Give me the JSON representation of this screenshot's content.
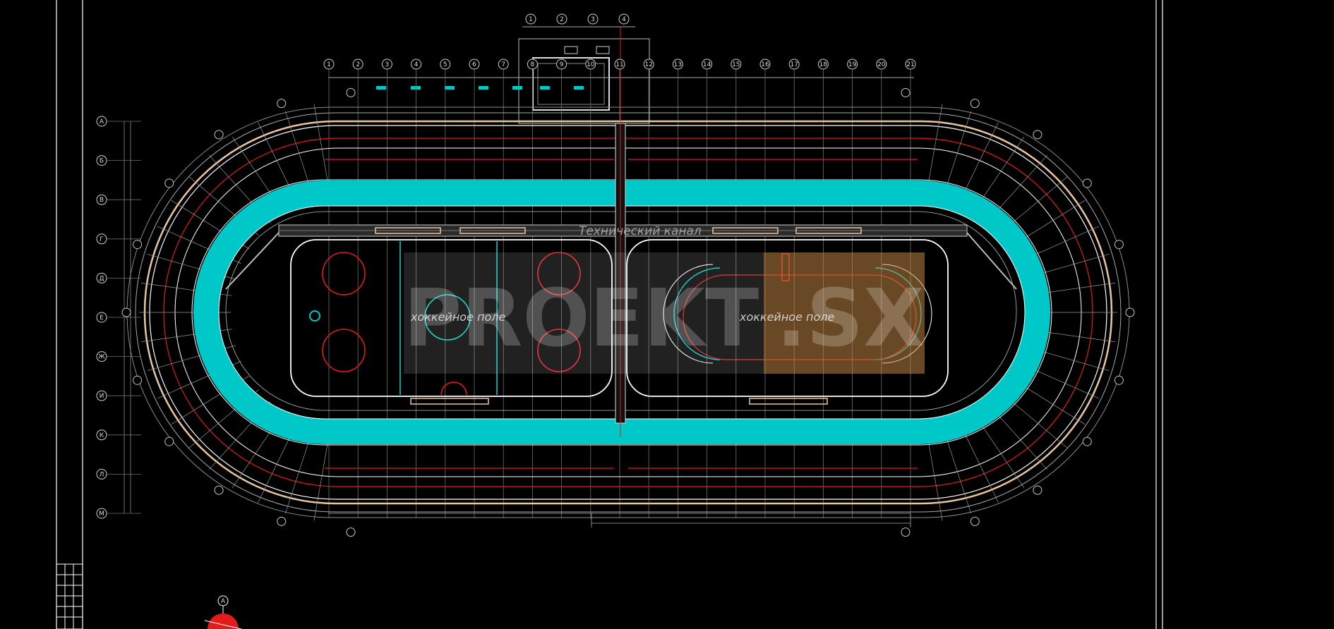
{
  "drawing": {
    "channel_label": "Технический канал",
    "field_left_label": "хоккейное поле",
    "field_right_label": "хоккейное поле",
    "watermark": {
      "part1": "PROEKT",
      "part2": ".SX"
    },
    "grid_bubbles_top": [
      "1",
      "2",
      "3",
      "4",
      "5",
      "6",
      "7",
      "8",
      "9",
      "10",
      "11",
      "12",
      "13",
      "14",
      "15",
      "16",
      "17",
      "18",
      "19",
      "20",
      "21"
    ],
    "grid_bubbles_annex": [
      "1",
      "2",
      "3",
      "4"
    ],
    "grid_bubbles_left": [
      "А",
      "Б",
      "В",
      "Г",
      "Д",
      "Е",
      "Ж",
      "И",
      "К",
      "Л",
      "М"
    ],
    "north_marker": "А"
  },
  "colors": {
    "background": "#000000",
    "track": "#00c8c8",
    "lines": "#ffffff",
    "red": "#e21b1b",
    "tan": "#e8c7a0",
    "grey": "#9a9a9a"
  }
}
